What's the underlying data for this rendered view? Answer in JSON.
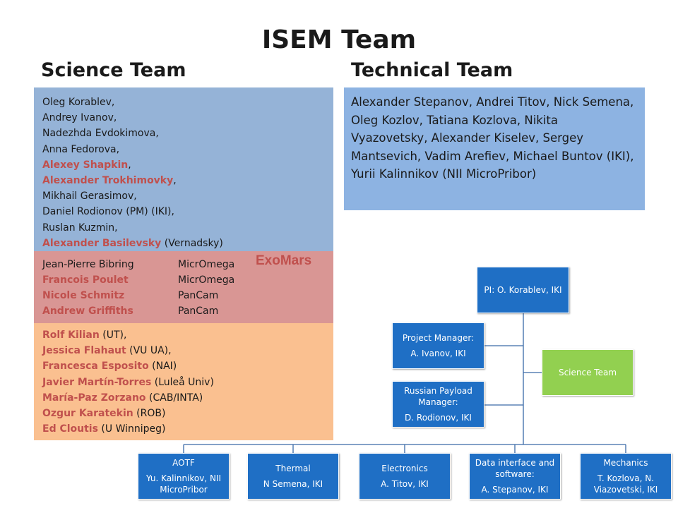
{
  "title": "ISEM Team",
  "science_heading": "Science Team",
  "technical_heading": "Technical Team",
  "science_blue": [
    {
      "name": "Oleg Korablev",
      "suffix": ",",
      "highlight": false
    },
    {
      "name": "Andrey Ivanov",
      "suffix": ",",
      "highlight": false
    },
    {
      "name": "Nadezhda Evdokimova",
      "suffix": ",",
      "highlight": false
    },
    {
      "name": "Anna Fedorova",
      "suffix": ",",
      "highlight": false
    },
    {
      "name": "Alexey Shapkin",
      "suffix": ",",
      "highlight": true
    },
    {
      "name": "Alexander Trokhimovky",
      "suffix": ",",
      "highlight": true
    },
    {
      "name": "Mikhail Gerasimov",
      "suffix": ",",
      "highlight": false
    },
    {
      "name": "Daniel Rodionov (PM)  (IKI)",
      "suffix": ",",
      "highlight": false
    },
    {
      "name": "Ruslan Kuzmin",
      "suffix": ",",
      "highlight": false
    },
    {
      "name": "Alexander Basilevsky",
      "suffix": " (Vernadsky)",
      "highlight": true
    }
  ],
  "exomars_label": "ExoMars",
  "science_pink": [
    {
      "name": "Jean-Pierre Bibring",
      "org": "MicrOmega",
      "highlight": false
    },
    {
      "name": "Francois Poulet",
      "org": "MicrOmega",
      "highlight": true
    },
    {
      "name": "Nicole Schmitz",
      "org": "PanCam",
      "highlight": true
    },
    {
      "name": "Andrew Griffiths",
      "org": "PanCam",
      "highlight": true
    }
  ],
  "science_orange": [
    {
      "name": "Rolf Kilian",
      "suffix": " (UT),"
    },
    {
      "name": "Jessica Flahaut",
      "suffix": " (VU UA),"
    },
    {
      "name": "Francesca Esposito",
      "suffix": " (NAI)"
    },
    {
      "name": "Javier Martín-Torres",
      "suffix": " (Luleå Univ)"
    },
    {
      "name": "María-Paz Zorzano",
      "suffix": " (CAB/INTA)"
    },
    {
      "name": "Ozgur Karatekin",
      "suffix": " (ROB)"
    },
    {
      "name": "Ed Cloutis",
      "suffix": " (U Winnipeg)"
    }
  ],
  "technical_text": "Alexander Stepanov, Andrei Titov, Nick Semena, Oleg Kozlov, Tatiana Kozlova, Nikita Vyazovetsky, Alexander Kiselev, Sergey Mantsevich, Vadim Arefiev, Michael Buntov (IKI), Yurii Kalinnikov (NII MicroPribor)",
  "org": {
    "pi": "PI: O. Korablev, IKI",
    "project_manager": {
      "l1": "Project Manager:",
      "l2": "A. Ivanov, IKI"
    },
    "science_team": "Science Team",
    "payload_manager": {
      "l1": "Russian Payload Manager:",
      "l2": "D. Rodionov, IKI"
    },
    "units": [
      {
        "l1": "AOTF",
        "l2": "Yu. Kalinnikov, NII MicroPribor"
      },
      {
        "l1": "Thermal",
        "l2": "N Semena, IKI"
      },
      {
        "l1": "Electronics",
        "l2": "A. Titov, IKI"
      },
      {
        "l1": "Data interface and software:",
        "l2": "A. Stepanov, IKI"
      },
      {
        "l1": "Mechanics",
        "l2": "T. Kozlova, N. Viazovetski, IKI"
      }
    ]
  },
  "colors": {
    "science_blue": "#95b3d7",
    "science_pink": "#d99694",
    "science_orange": "#fac090",
    "technical_blue": "#8db3e2",
    "highlight_red": "#c0504d",
    "node_blue": "#1f6fc5",
    "node_green": "#92d050"
  }
}
